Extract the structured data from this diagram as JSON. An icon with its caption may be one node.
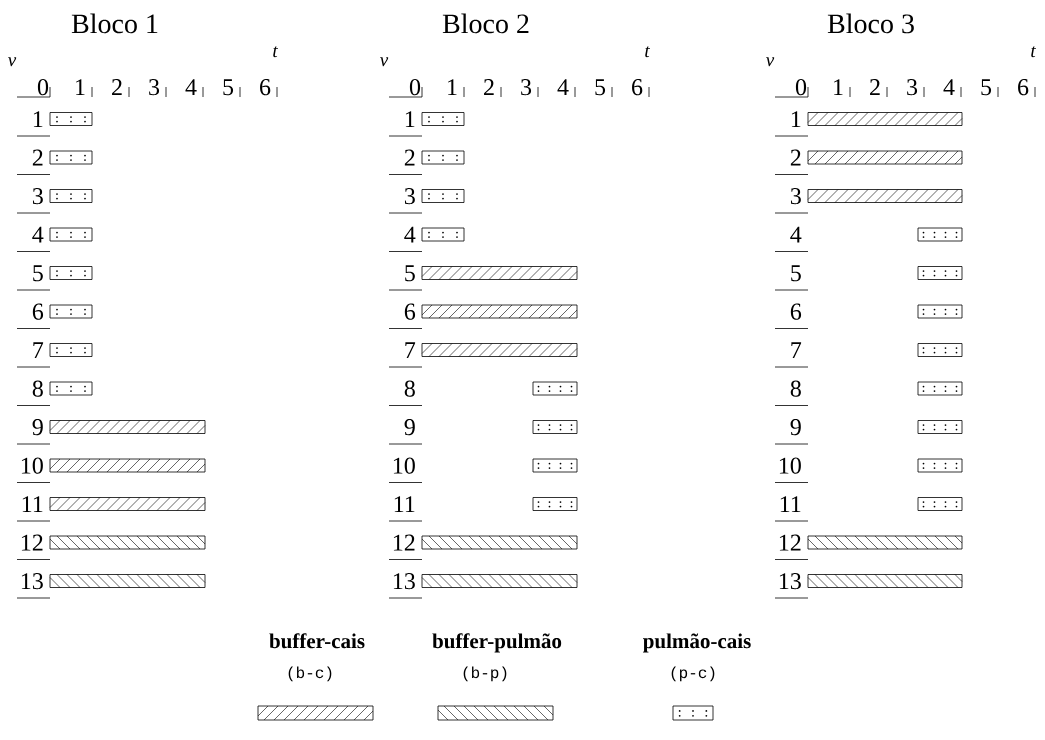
{
  "diagram": {
    "labels": [
      "Bloco 1",
      "v",
      "t",
      "0",
      "1",
      "2",
      "3",
      "4",
      "5",
      "6",
      "1",
      "2",
      "3",
      "4",
      "5",
      "6",
      "7",
      "8",
      "9",
      "10",
      "11",
      "12",
      "13",
      "Bloco 2",
      "v",
      "t",
      "0",
      "1",
      "2",
      "3",
      "4",
      "5",
      "6",
      "1",
      "2",
      "3",
      "4",
      "5",
      "6",
      "7",
      "8",
      "9",
      "10",
      "11",
      "12",
      "13",
      "Bloco 3",
      "v",
      "t",
      "0",
      "1",
      "2",
      "3",
      "4",
      "5",
      "6",
      "1",
      "2",
      "3",
      "4",
      "5",
      "6",
      "7",
      "8",
      "9",
      "10",
      "11",
      "12",
      "13",
      "(b-c)",
      "(b-p)",
      "(p-c)"
    ],
    "legend": [
      {
        "text": "buffer-cais"
      },
      {
        "text": "buffer-pulmão"
      },
      {
        "text": "pulmão-cais"
      }
    ]
  }
}
